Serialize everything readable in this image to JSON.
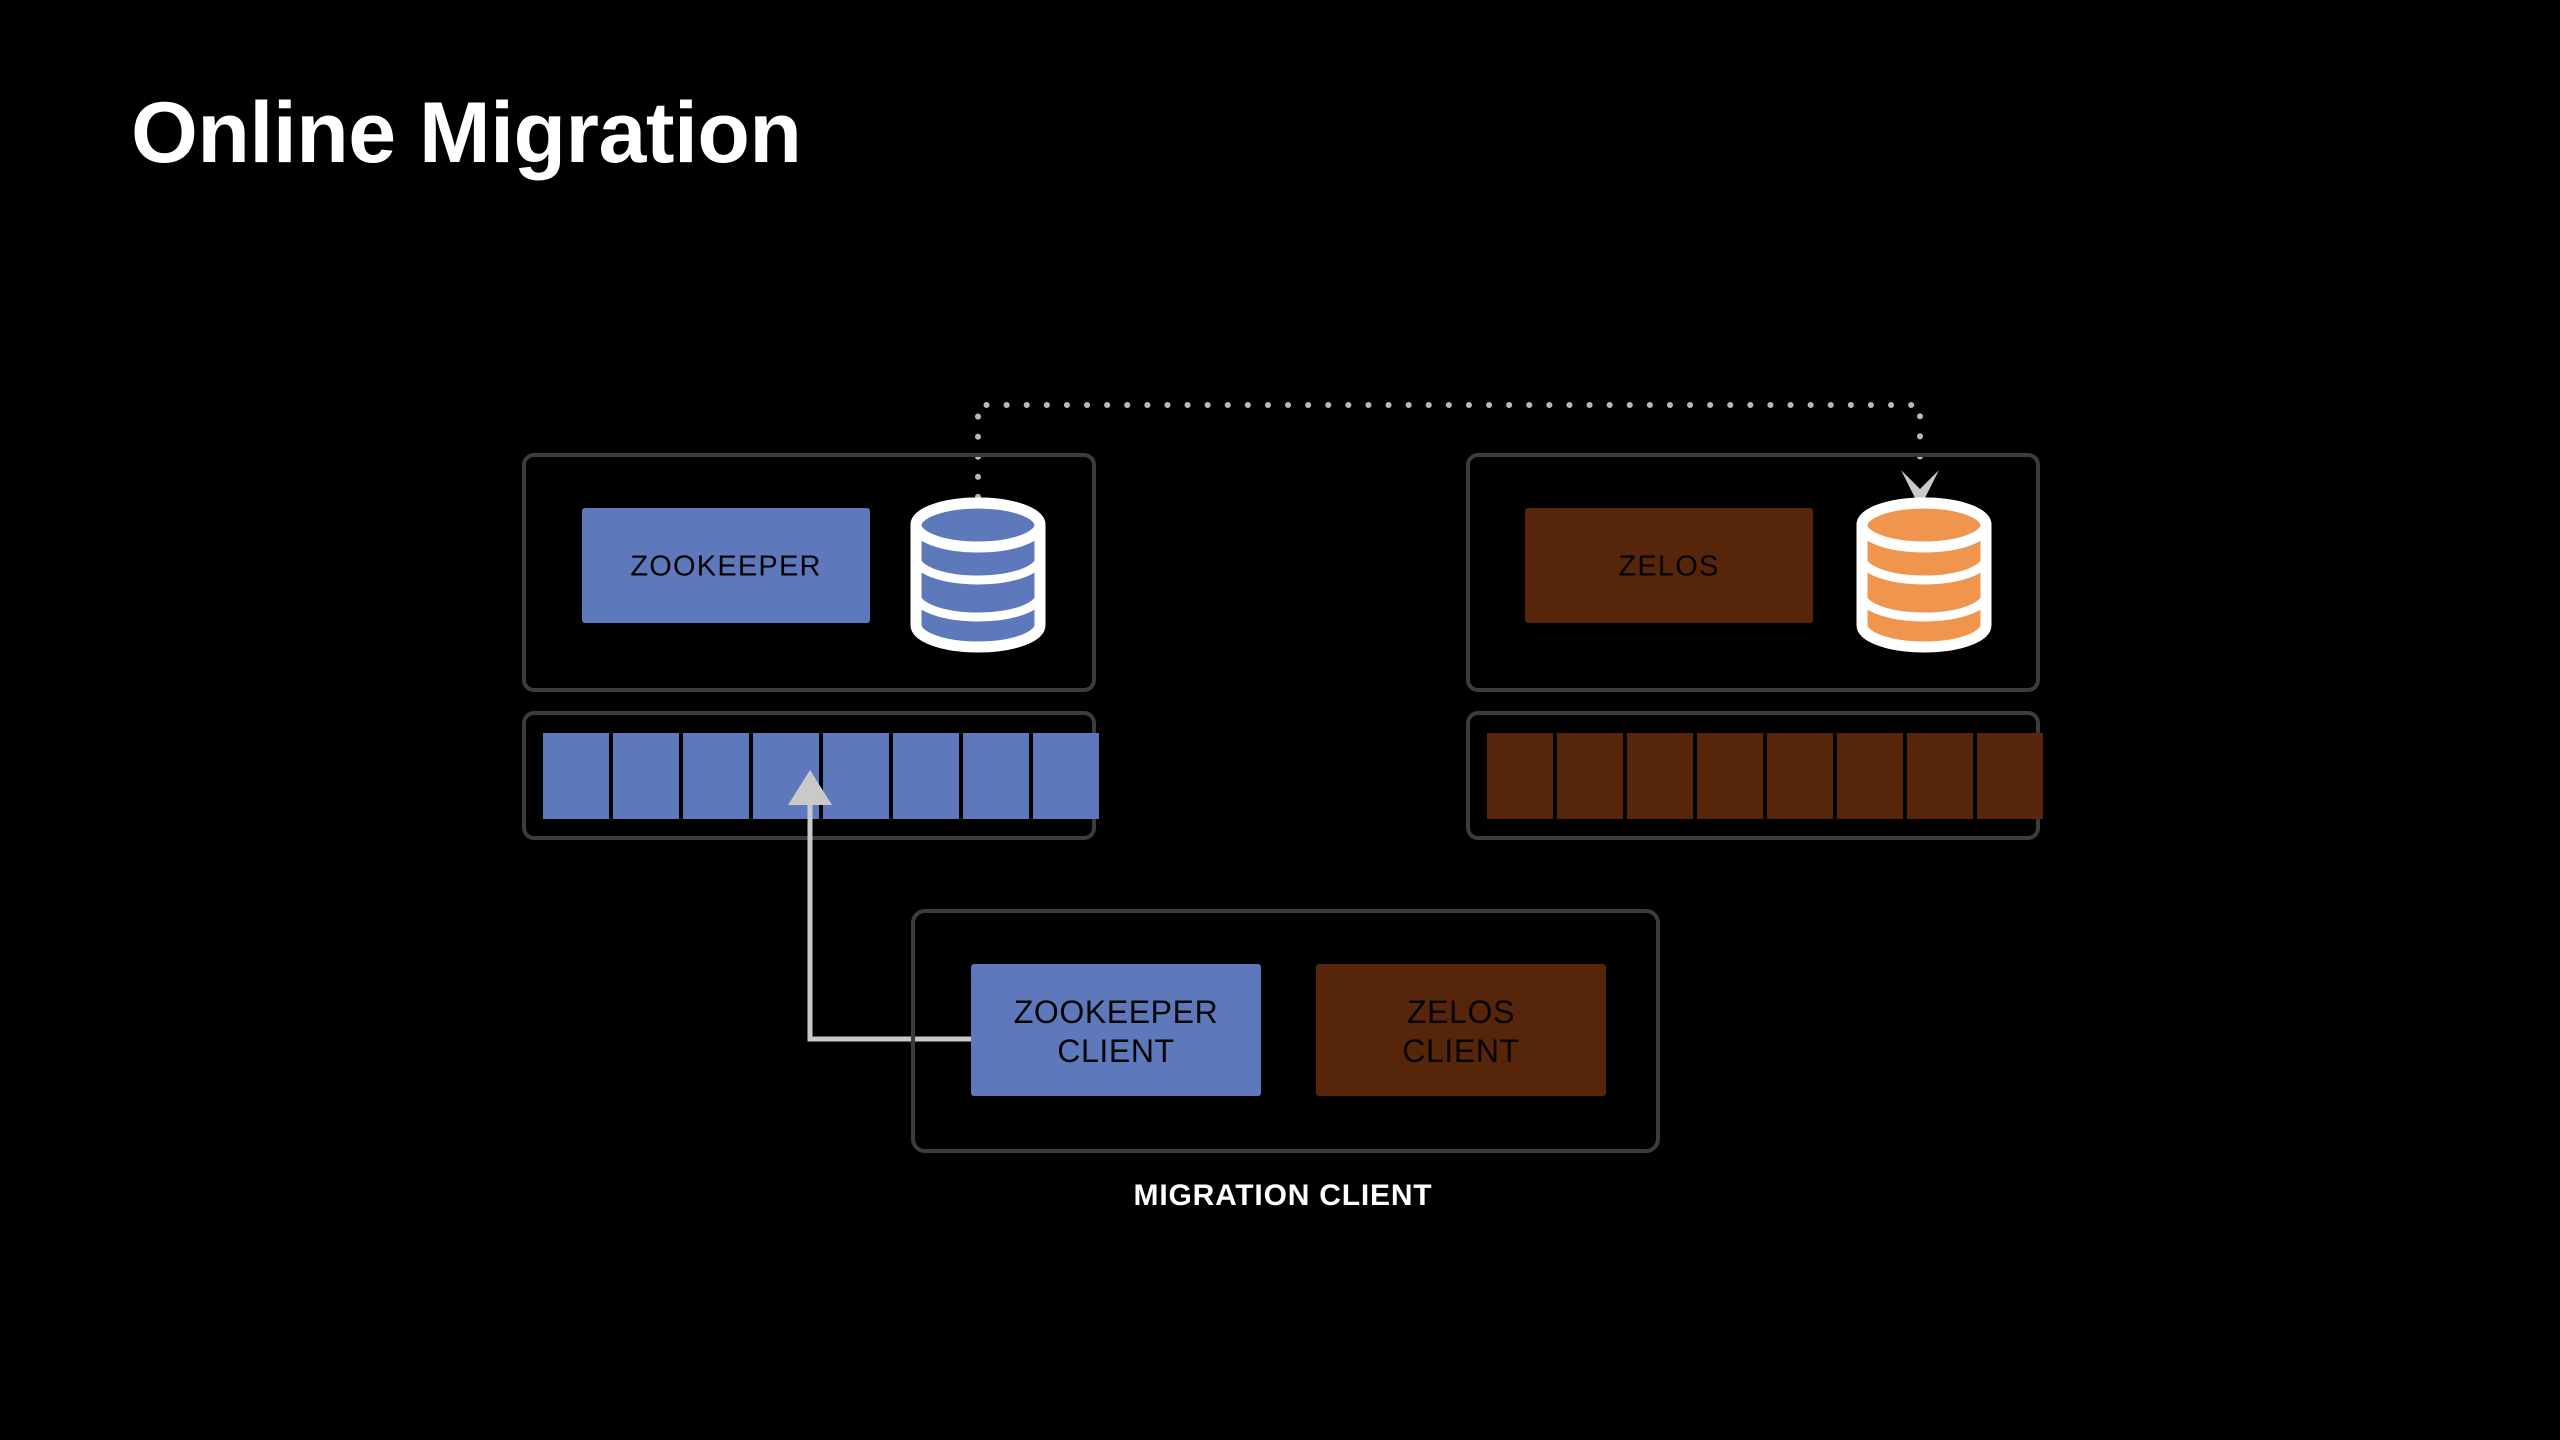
{
  "slide": {
    "title": "Online Migration",
    "background_color": "#000000"
  },
  "palette": {
    "zookeeper_blue": "#5E78BC",
    "zelos_brown": "#56250A",
    "zelos_orange": "#F0954D",
    "panel_border": "#3C3C3C",
    "connector_gray": "#C9C9C9",
    "label_text": "#050505",
    "caption_text": "#FFFFFF"
  },
  "left_system": {
    "service_label": "ZOOKEEPER",
    "store_icon": "database-cylinder-icon",
    "store_fill": "#5E78BC",
    "log": {
      "segment_count": 8,
      "segment_fill": "#5E78BC"
    }
  },
  "right_system": {
    "service_label": "ZELOS",
    "store_icon": "database-cylinder-icon",
    "store_fill": "#F0954D",
    "log": {
      "segment_count": 8,
      "segment_fill": "#56250A"
    }
  },
  "migration_client": {
    "caption": "MIGRATION CLIENT",
    "clients": [
      {
        "line1": "ZOOKEEPER",
        "line2": "CLIENT",
        "fill": "#5E78BC"
      },
      {
        "line1": "ZELOS",
        "line2": "CLIENT",
        "fill": "#56250A"
      }
    ]
  },
  "connections": [
    {
      "name": "snapshot-copy",
      "style": "dotted",
      "from": "zookeeper-store",
      "to": "zelos-store",
      "arrow": "down"
    },
    {
      "name": "client-write",
      "style": "solid",
      "from": "zookeeper-client",
      "to": "zookeeper-log",
      "arrow": "up"
    }
  ]
}
